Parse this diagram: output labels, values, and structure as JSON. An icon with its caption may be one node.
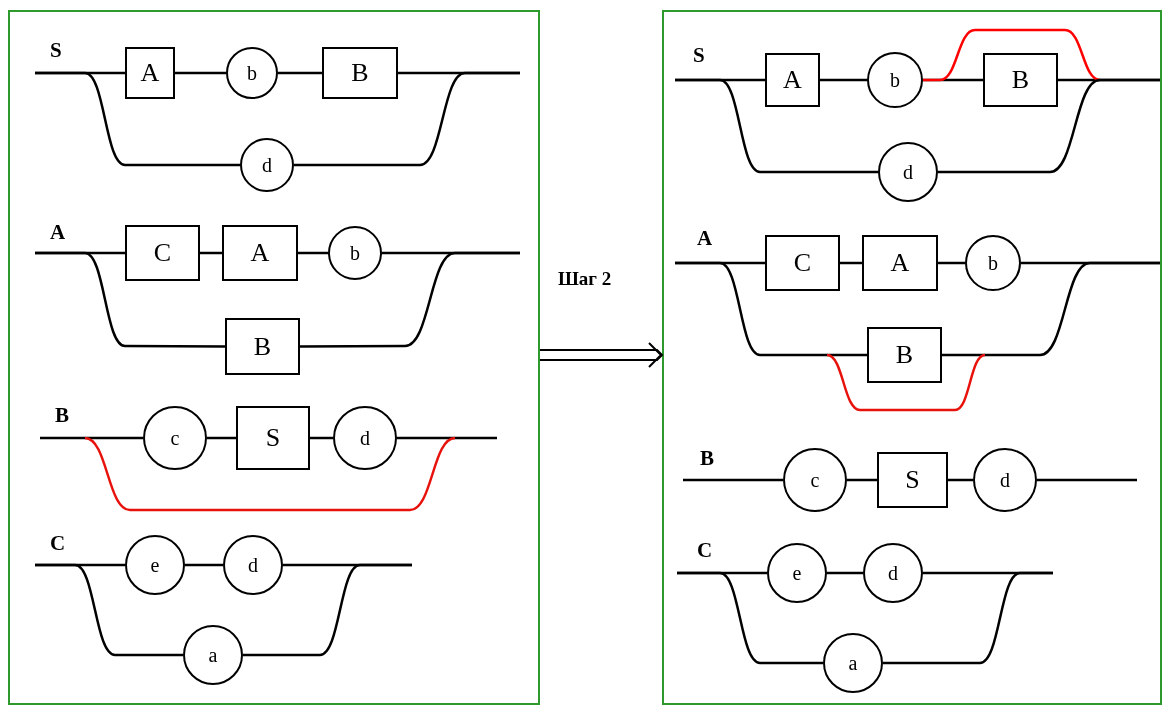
{
  "diagram": {
    "nodes": [
      {
        "text": [],
        "shape": "box"
      },
      {
        "text": [
          "A"
        ],
        "in": 0
      },
      {
        "text": [
          "b"
        ],
        "in": 0
      },
      {
        "text": [
          "B"
        ],
        "in": 0
      },
      {
        "text": [
          "d"
        ],
        "in": 0
      },
      {
        "text": [
          "C"
        ],
        "in": 0
      },
      {
        "text": [
          "A"
        ],
        "in": 0
      },
      {
        "text": [
          "b"
        ],
        "in": 0
      },
      {
        "text": [
          "B"
        ],
        "in": 0
      },
      {
        "text": [
          "c"
        ],
        "in": 0
      },
      {
        "text": [
          "S"
        ],
        "in": 0
      },
      {
        "text": [
          "d"
        ],
        "in": 0
      },
      {
        "text": [
          "e"
        ],
        "in": 0
      },
      {
        "text": [
          "d"
        ],
        "in": 0
      },
      {
        "text": [
          "a"
        ],
        "in": 0
      },
      {
        "text": [],
        "shape": "box"
      },
      {
        "text": [
          "A"
        ],
        "in": 15
      },
      {
        "text": [
          "b"
        ],
        "in": 15
      },
      {
        "text": [
          "B"
        ],
        "in": 15
      },
      {
        "text": [
          "d"
        ],
        "in": 15
      },
      {
        "text": [
          "C"
        ],
        "in": 15
      },
      {
        "text": [
          "A"
        ],
        "in": 15
      },
      {
        "text": [
          "b"
        ],
        "in": 15
      },
      {
        "text": [
          "B"
        ],
        "in": 15
      },
      {
        "text": [
          "c"
        ],
        "in": 15
      },
      {
        "text": [
          "S"
        ],
        "in": 15
      },
      {
        "text": [
          "d"
        ],
        "in": 15
      },
      {
        "text": [
          "e"
        ],
        "in": 15
      },
      {
        "text": [
          "d"
        ],
        "in": 15
      },
      {
        "text": [
          "a"
        ],
        "in": 15
      }
    ],
    "edges": [
      {
        "from": null,
        "to": 1,
        "arrow": "none"
      },
      {
        "from": 1,
        "to": 2,
        "arrow": "none"
      },
      {
        "from": 2,
        "to": 3,
        "arrow": "none"
      },
      {
        "from": 3,
        "to": null,
        "arrow": "none"
      },
      {
        "from": null,
        "to": 4,
        "arrow": "none"
      },
      {
        "from": 4,
        "to": null,
        "arrow": "none"
      },
      {
        "from": null,
        "to": 5,
        "arrow": "none"
      },
      {
        "from": 5,
        "to": 6,
        "arrow": "none"
      },
      {
        "from": 6,
        "to": 7,
        "arrow": "none"
      },
      {
        "from": 7,
        "to": null,
        "arrow": "none"
      },
      {
        "from": null,
        "to": 8,
        "arrow": "none"
      },
      {
        "from": 8,
        "to": null,
        "arrow": "none"
      },
      {
        "from": null,
        "to": 9,
        "arrow": "none"
      },
      {
        "from": 9,
        "to": 10,
        "arrow": "none"
      },
      {
        "from": 10,
        "to": 11,
        "arrow": "none"
      },
      {
        "from": 11,
        "to": null,
        "arrow": "none"
      },
      {
        "from": null,
        "to": 12,
        "arrow": "none"
      },
      {
        "from": 12,
        "to": 13,
        "arrow": "none"
      },
      {
        "from": 13,
        "to": null,
        "arrow": "none"
      },
      {
        "from": null,
        "to": 14,
        "arrow": "none"
      },
      {
        "from": 14,
        "to": null,
        "arrow": "none"
      },
      {
        "from": 0,
        "to": 15,
        "arrow": "to",
        "label": "Шаг 2"
      },
      {
        "from": null,
        "to": 16,
        "arrow": "none"
      },
      {
        "from": 16,
        "to": 17,
        "arrow": "none"
      },
      {
        "from": 17,
        "to": 18,
        "arrow": "none"
      },
      {
        "from": 18,
        "to": null,
        "arrow": "none"
      },
      {
        "from": 17,
        "to": null,
        "arrow": "none",
        "color": "#ff0000"
      },
      {
        "from": null,
        "to": 19,
        "arrow": "none"
      },
      {
        "from": 19,
        "to": null,
        "arrow": "none"
      },
      {
        "from": null,
        "to": 20,
        "arrow": "none"
      },
      {
        "from": 20,
        "to": 21,
        "arrow": "none"
      },
      {
        "from": 21,
        "to": 22,
        "arrow": "none"
      },
      {
        "from": 22,
        "to": null,
        "arrow": "none"
      },
      {
        "from": null,
        "to": 23,
        "arrow": "none"
      },
      {
        "from": 23,
        "to": null,
        "arrow": "none"
      },
      {
        "from": null,
        "to": 24,
        "arrow": "none"
      },
      {
        "from": 24,
        "to": 25,
        "arrow": "none"
      },
      {
        "from": 25,
        "to": 26,
        "arrow": "none"
      },
      {
        "from": 26,
        "to": null,
        "arrow": "none"
      },
      {
        "from": null,
        "to": 27,
        "arrow": "none"
      },
      {
        "from": 27,
        "to": 28,
        "arrow": "none"
      },
      {
        "from": 28,
        "to": null,
        "arrow": "none"
      },
      {
        "from": null,
        "to": 29,
        "arrow": "none"
      },
      {
        "from": 29,
        "to": null,
        "arrow": "none"
      }
    ],
    "labels": [
      "S",
      "A",
      "B",
      "C",
      "S",
      "A",
      "B",
      "C"
    ]
  }
}
